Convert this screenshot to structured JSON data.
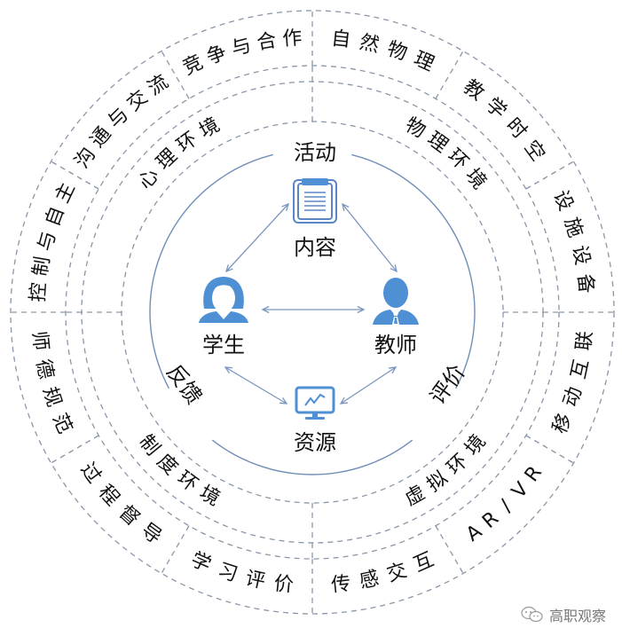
{
  "title": "师生互动环境示意",
  "colors": {
    "icon_blue": "#4f8fd4",
    "line_blue": "#7a96bd",
    "dash_gray": "#8a96a8",
    "text": "#111111"
  },
  "center": {
    "nodes": {
      "content": {
        "label": "内容",
        "icon": "clipboard-icon"
      },
      "student": {
        "label": "学生",
        "icon": "student-icon"
      },
      "teacher": {
        "label": "教师",
        "icon": "teacher-icon"
      },
      "resource": {
        "label": "资源",
        "icon": "monitor-chart-icon"
      }
    },
    "arc_labels": {
      "top": "活动",
      "left": "反馈",
      "right": "评价"
    }
  },
  "middle_ring": [
    {
      "label": "心理环境"
    },
    {
      "label": "物理环境"
    },
    {
      "label": "虚拟环境"
    },
    {
      "label": "制度环境"
    }
  ],
  "outer_ring": [
    {
      "label": "竞争与合作"
    },
    {
      "label": "自然物理"
    },
    {
      "label": "教学时空"
    },
    {
      "label": "设施设备"
    },
    {
      "label": "移动互联"
    },
    {
      "label": "AR/VR"
    },
    {
      "label": "传感交互"
    },
    {
      "label": "学习评价"
    },
    {
      "label": "过程督导"
    },
    {
      "label": "师德规范"
    },
    {
      "label": "控制与自主"
    },
    {
      "label": "沟通与交流"
    }
  ],
  "watermark": {
    "text": "高职观察",
    "icon": "wechat-icon"
  }
}
